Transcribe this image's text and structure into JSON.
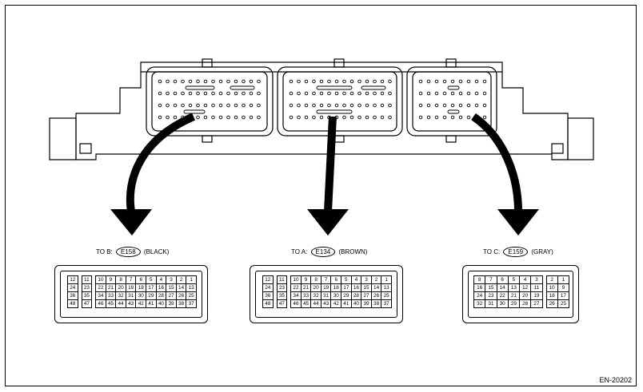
{
  "connectors": {
    "b": {
      "to_label": "TO B:",
      "code": "E158",
      "color_label": "(BLACK)",
      "rows": [
        [
          "12",
          "11",
          "10",
          "9",
          "8",
          "7",
          "6",
          "5",
          "4",
          "3",
          "2",
          "1"
        ],
        [
          "24",
          "23",
          "22",
          "21",
          "20",
          "19",
          "18",
          "17",
          "16",
          "15",
          "14",
          "13"
        ],
        [
          "36",
          "35",
          "34",
          "33",
          "32",
          "31",
          "30",
          "29",
          "28",
          "27",
          "26",
          "25"
        ],
        [
          "48",
          "47",
          "46",
          "45",
          "44",
          "43",
          "42",
          "41",
          "40",
          "39",
          "38",
          "37"
        ]
      ]
    },
    "a": {
      "to_label": "TO A:",
      "code": "E134",
      "color_label": "(BROWN)",
      "rows": [
        [
          "12",
          "11",
          "10",
          "9",
          "8",
          "7",
          "6",
          "5",
          "4",
          "3",
          "2",
          "1"
        ],
        [
          "24",
          "23",
          "22",
          "21",
          "20",
          "19",
          "18",
          "17",
          "16",
          "15",
          "14",
          "13"
        ],
        [
          "36",
          "35",
          "34",
          "33",
          "32",
          "31",
          "30",
          "29",
          "28",
          "27",
          "26",
          "25"
        ],
        [
          "48",
          "47",
          "46",
          "45",
          "44",
          "43",
          "42",
          "41",
          "40",
          "39",
          "38",
          "37"
        ]
      ]
    },
    "c": {
      "to_label": "TO C:",
      "code": "E159",
      "color_label": "(GRAY)",
      "rows": [
        [
          "8",
          "7",
          "6",
          "5",
          "4",
          "3",
          "2",
          "1"
        ],
        [
          "16",
          "15",
          "14",
          "13",
          "12",
          "11",
          "10",
          "9"
        ],
        [
          "24",
          "23",
          "22",
          "21",
          "20",
          "19",
          "18",
          "17"
        ],
        [
          "32",
          "31",
          "30",
          "29",
          "28",
          "27",
          "26",
          "25"
        ]
      ]
    }
  },
  "figure_code": "EN-20202"
}
